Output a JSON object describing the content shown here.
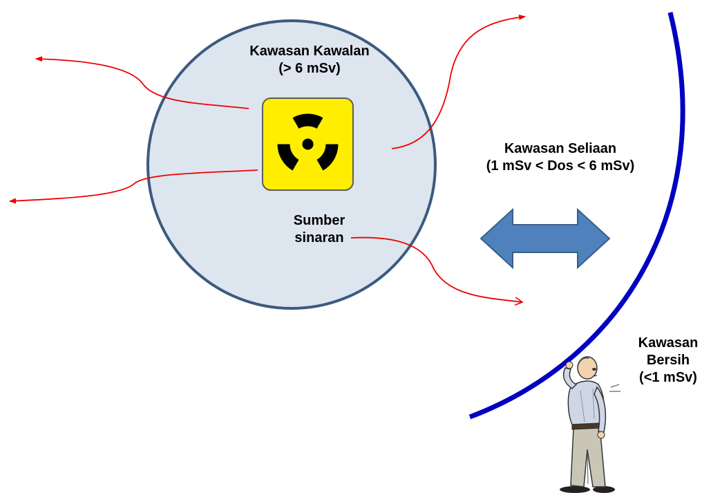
{
  "zones": {
    "controlled": {
      "name": "Kawasan Kawalan",
      "dose": "(> 6 mSv)"
    },
    "source": {
      "line1": "Sumber",
      "line2": "sinaran",
      "icon": "radiation-trefoil-icon"
    },
    "supervised": {
      "name": "Kawasan Seliaan",
      "dose": "(1 mSv < Dos < 6 mSv)"
    },
    "clean": {
      "line1": "Kawasan",
      "line2": "Bersih",
      "dose": "(<1 mSv)"
    }
  },
  "icons": {
    "radiation": "radiation-trefoil-icon",
    "double_arrow": "double-headed-arrow-icon",
    "person": "worker-figure-icon"
  },
  "colors": {
    "controlled_fill": "#dde5ef",
    "controlled_stroke": "#3c5a7e",
    "radiation_ray": "#ee0000",
    "boundary": "#0000c0",
    "arrow_fill": "#4f81bd",
    "arrow_stroke": "#385d8a",
    "hazard_yellow": "#ffee00"
  }
}
